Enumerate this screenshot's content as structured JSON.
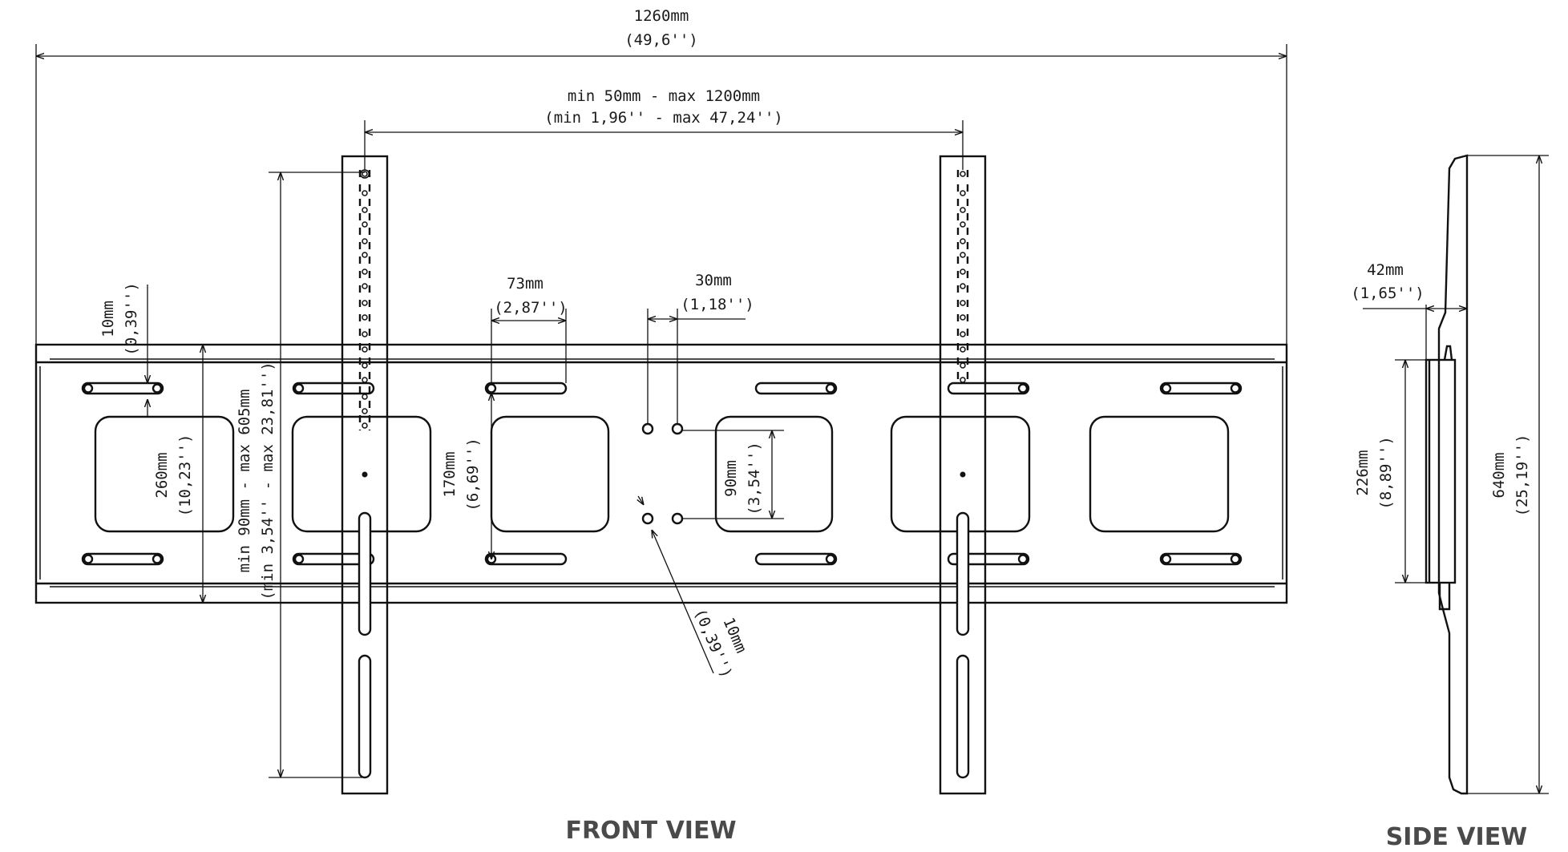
{
  "front_view": {
    "label": "FRONT VIEW",
    "overall_width": {
      "mm": "1260mm",
      "in": "(49,6'')"
    },
    "arm_spacing": {
      "mm": "min  50mm  -   max  1200mm",
      "in": "(min  1,96''  -   max  47,24'')"
    },
    "slot_gap": {
      "mm": "10mm",
      "in": "(0,39'')"
    },
    "plate_height": {
      "mm": "260mm",
      "in": "(10,23'')"
    },
    "vertical_range": {
      "mm": "min  90mm  -   max  605mm",
      "in": "(min  3,54''  -   max  23,81'')"
    },
    "slot_length": {
      "mm": "73mm",
      "in": "(2,87'')"
    },
    "hole_spacing_vertical": {
      "mm": "170mm",
      "in": "(6,69'')"
    },
    "hole_offset": {
      "mm": "30mm",
      "in": "(1,18'')"
    },
    "inner_hole_spacing": {
      "mm": "90mm",
      "in": "(3,54'')"
    },
    "hole_diameter": {
      "mm": "10mm",
      "in": "(0,39'')"
    }
  },
  "side_view": {
    "label": "SIDE VIEW",
    "depth": {
      "mm": "42mm",
      "in": "(1,65'')"
    },
    "rail_height": {
      "mm": "226mm",
      "in": "(8,89'')"
    },
    "arm_height": {
      "mm": "640mm",
      "in": "(25,19'')"
    }
  },
  "colors": {
    "line": "#111111",
    "view_label": "#4a4a4a",
    "background": "#ffffff"
  }
}
